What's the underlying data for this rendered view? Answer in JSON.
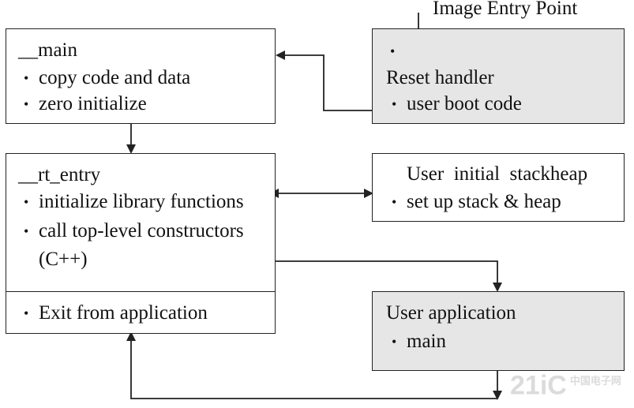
{
  "diagram": {
    "entry_label": "Image Entry Point",
    "reset_box": {
      "bullet_empty": "•",
      "title": "Reset handler",
      "items": [
        "user boot code"
      ]
    },
    "main_box": {
      "title": "__main",
      "items": [
        "copy code and data",
        "zero initialize"
      ]
    },
    "rt_entry_box": {
      "title": "__rt_entry",
      "items": [
        "initialize library functions",
        "call top-level constructors",
        "(C++)"
      ],
      "exit_item": "Exit from application"
    },
    "stackheap_box": {
      "title": "User  initial  stackheap",
      "items": [
        "set up stack & heap"
      ]
    },
    "app_box": {
      "title": "User application",
      "items": [
        "main"
      ]
    },
    "bullet": "•",
    "watermark": {
      "logo_text": "21iC",
      "small_text": "中国电子网"
    },
    "colors": {
      "shaded_box": "#e6e6e6",
      "line": "#222222"
    }
  }
}
